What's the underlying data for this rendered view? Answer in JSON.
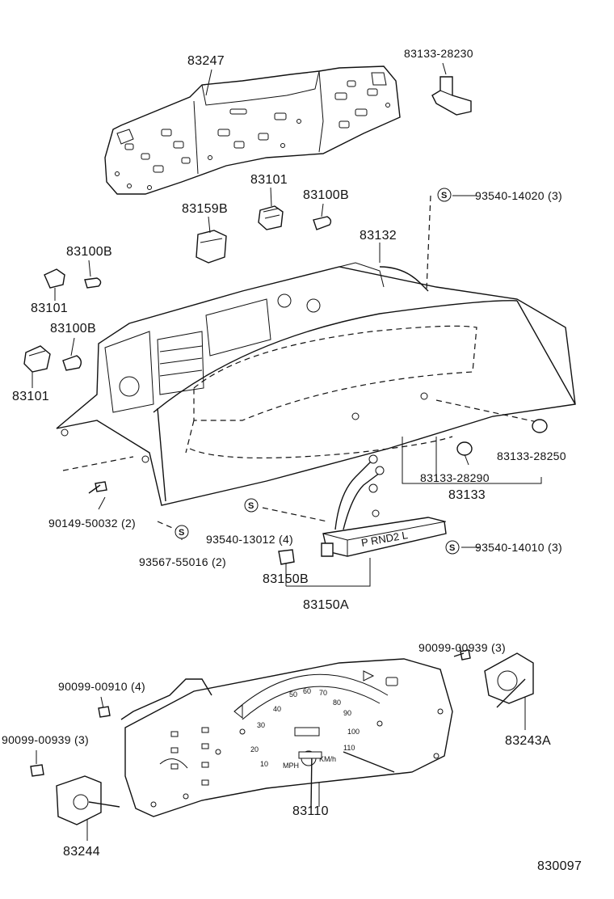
{
  "labels": {
    "p83247": "83247",
    "p83133_28230": "83133-28230",
    "p83101_top": "83101",
    "p83100B_top": "83100B",
    "p93540_14020": "93540-14020 (3)",
    "p83159B": "83159B",
    "p83132": "83132",
    "p83100B_l1": "83100B",
    "p83101_l1": "83101",
    "p83100B_l2": "83100B",
    "p83101_l2": "83101",
    "p83133_28250": "83133-28250",
    "p83133_28290": "83133-28290",
    "p83133": "83133",
    "p90149_50032": "90149-50032 (2)",
    "p93540_13012": "93540-13012 (4)",
    "p93540_14010": "93540-14010 (3)",
    "p93567_55016": "93567-55016 (2)",
    "p83150B": "83150B",
    "p83150A": "83150A",
    "p90099_00939_r": "90099-00939 (3)",
    "p90099_00910": "90099-00910 (4)",
    "p90099_00939_l": "90099-00939 (3)",
    "p83243A": "83243A",
    "p83110": "83110",
    "p83244": "83244",
    "diagram_id": "830097"
  },
  "marks": {
    "s": "S",
    "gear": "P RND2 L",
    "mph": "MPH",
    "kmh": "KM/h"
  }
}
